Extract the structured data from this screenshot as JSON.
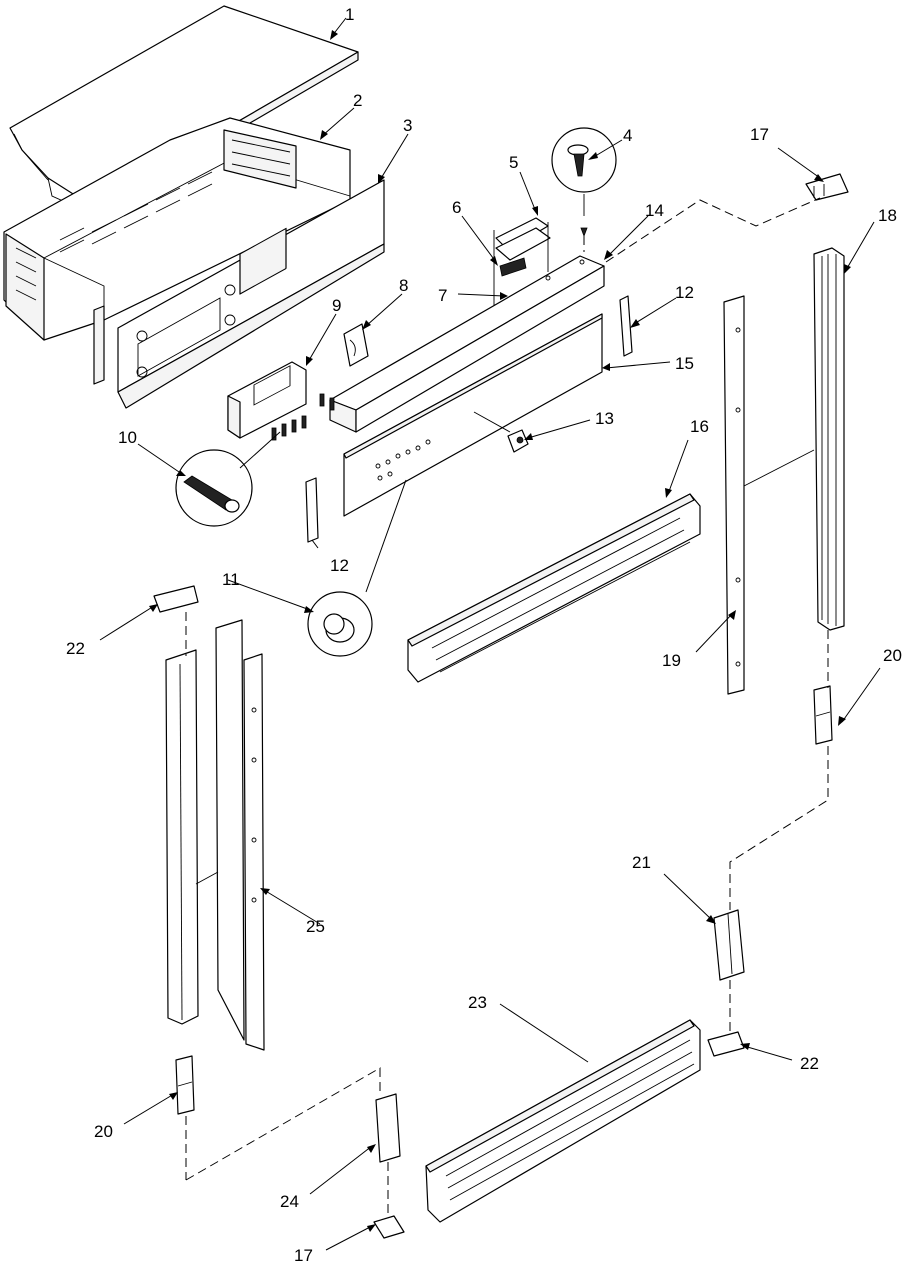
{
  "callouts": {
    "c1": "1",
    "c2": "2",
    "c3": "3",
    "c4": "4",
    "c5": "5",
    "c6": "6",
    "c7": "7",
    "c8": "8",
    "c9": "9",
    "c10": "10",
    "c11": "11",
    "c12a": "12",
    "c12b": "12",
    "c13": "13",
    "c14": "14",
    "c15": "15",
    "c16": "16",
    "c17a": "17",
    "c17b": "17",
    "c18": "18",
    "c19": "19",
    "c20a": "20",
    "c20b": "20",
    "c21": "21",
    "c22a": "22",
    "c22b": "22",
    "c23": "23",
    "c24": "24",
    "c25": "25"
  }
}
